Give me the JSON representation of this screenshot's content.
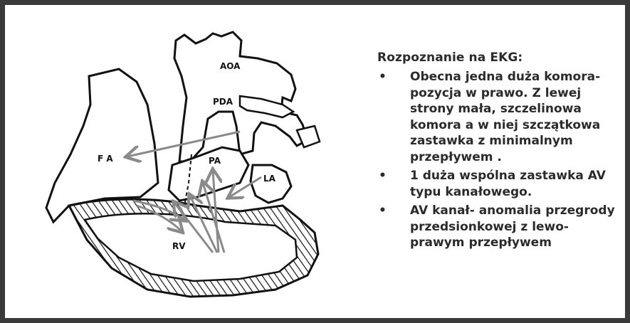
{
  "diagram": {
    "labels": {
      "aoa": "AOA",
      "pda": "PDA",
      "pa": "PA",
      "la": "LA",
      "fa": "F A",
      "rv": "RV"
    }
  },
  "panel": {
    "heading": "Rozpoznanie na EKG:",
    "items": [
      {
        "bullet": "•",
        "text": "Obecna jedna duża komora- pozycja w prawo. Z lewej strony mała, szczelinowa komora a w niej szczątkowa zastawka z minimalnym przepływem ."
      },
      {
        "bullet": "•",
        "text": "1 duża wspólna zastawka AV typu kanałowego."
      },
      {
        "bullet": "•",
        "text": "AV kanał- anomalia przegrody przedsionkowej z lewo-prawym przepływem"
      }
    ]
  },
  "colors": {
    "frame": "#3a3a3a",
    "ink": "#111111",
    "arrow": "#8a8a8a",
    "text": "#2b2b2b"
  }
}
